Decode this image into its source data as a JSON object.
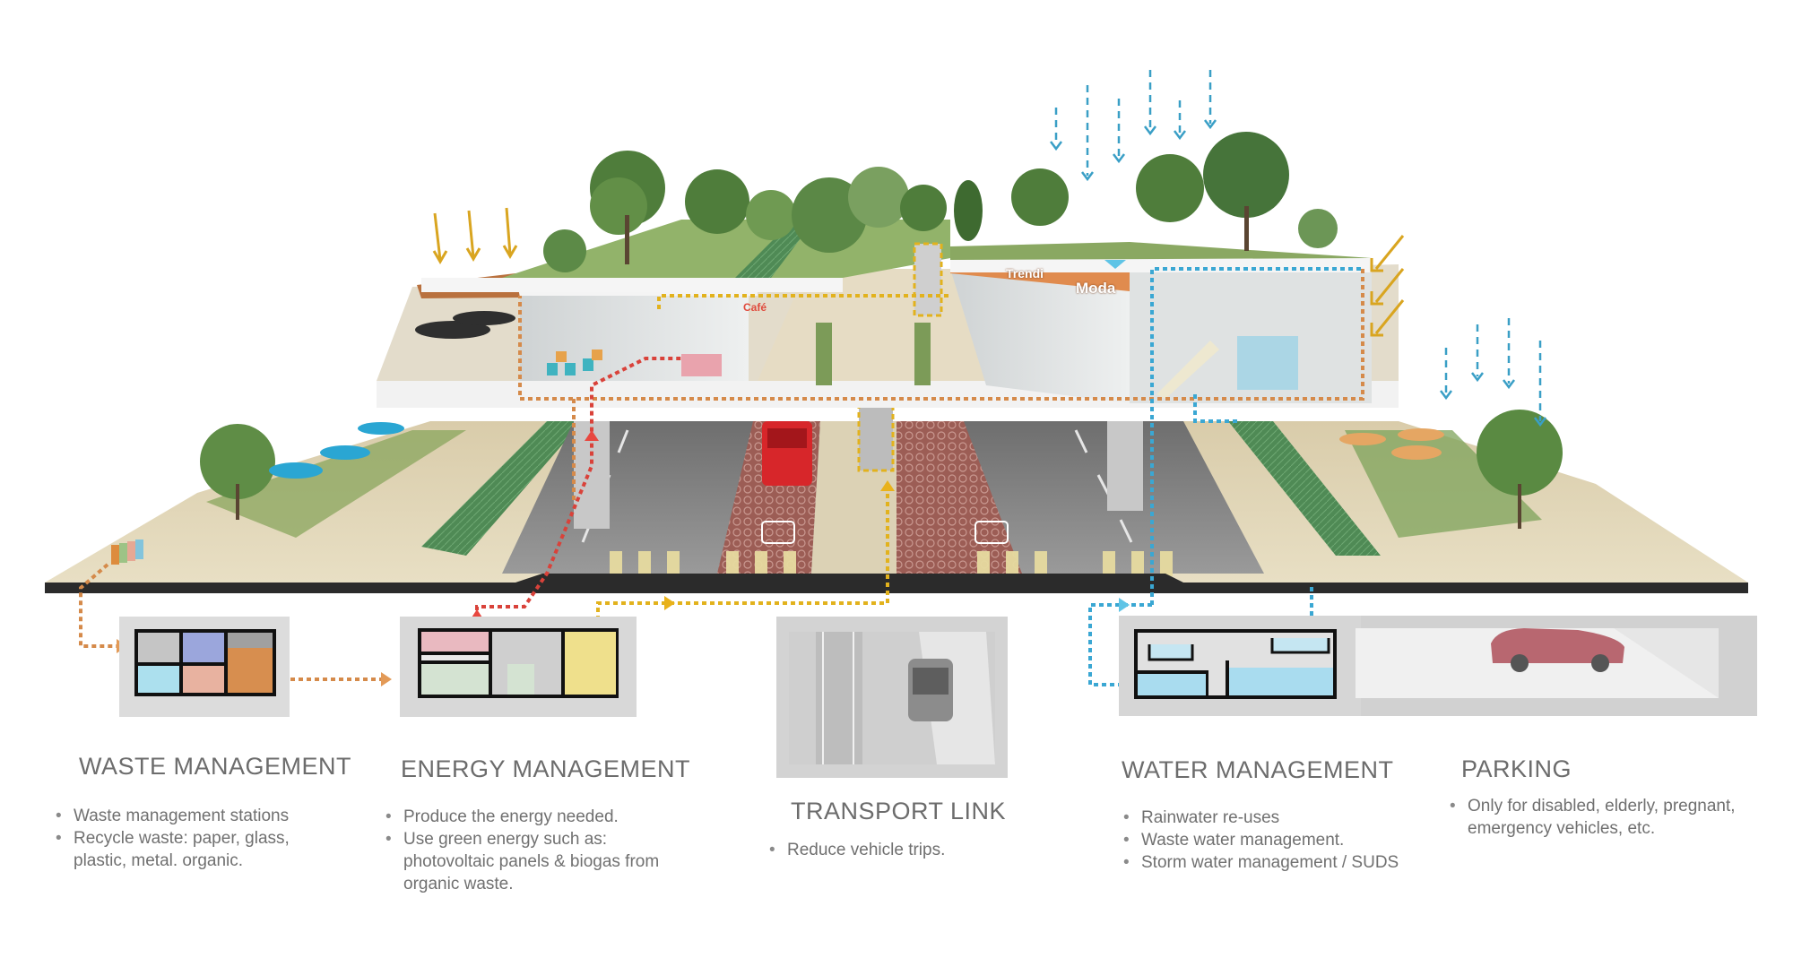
{
  "diagram": {
    "type": "sustainable street section",
    "colors": {
      "waste_flow": "#d58a4a",
      "energy_flow": "#e0453f",
      "light_flow": "#e2b21d",
      "water_flow": "#3aa7d3",
      "ground_base": "#2b2b2b"
    },
    "signage": {
      "shop_1": "Trendi",
      "shop_2": "Moda",
      "cafe": "Café"
    }
  },
  "panels": [
    {
      "id": "waste",
      "title": "WASTE MANAGEMENT",
      "bullets": [
        "Waste management stations",
        "Recycle waste: paper, glass, plastic, metal. organic."
      ]
    },
    {
      "id": "energy",
      "title": "ENERGY MANAGEMENT",
      "bullets": [
        "Produce the energy needed.",
        "Use green energy such as: photovoltaic panels & biogas from organic waste."
      ]
    },
    {
      "id": "transport",
      "title": "TRANSPORT LINK",
      "bullets": [
        "Reduce vehicle trips."
      ]
    },
    {
      "id": "water",
      "title": "WATER MANAGEMENT",
      "bullets": [
        "Rainwater re-uses",
        "Waste water management.",
        "Storm water management / SUDS"
      ]
    },
    {
      "id": "parking",
      "title": "PARKING",
      "bullets": [
        "Only for disabled,  elderly, pregnant,  emergency vehicles, etc."
      ]
    }
  ]
}
